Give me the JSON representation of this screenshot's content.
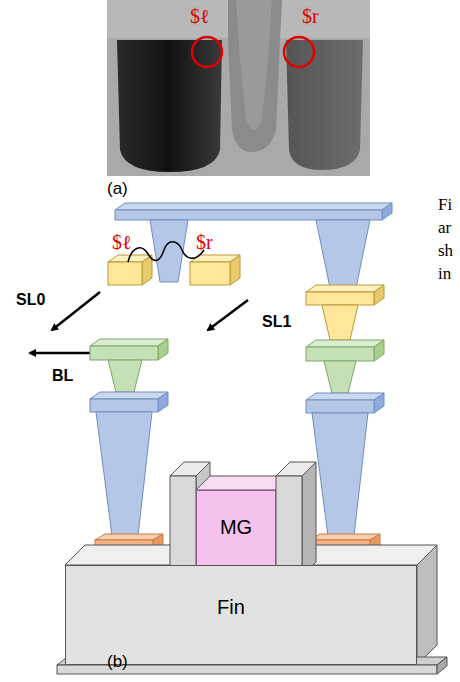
{
  "diagram": {
    "nodes": [
      {
        "text": [
          "MG"
        ]
      },
      {
        "text": [
          "Fin"
        ]
      }
    ],
    "labels": [
      "$ℓ",
      "$r",
      "(a)",
      "$ℓ",
      "$r",
      "SL0",
      "SL1",
      "BL",
      "(b)",
      "Fi",
      "ar",
      "sh",
      "in"
    ]
  }
}
